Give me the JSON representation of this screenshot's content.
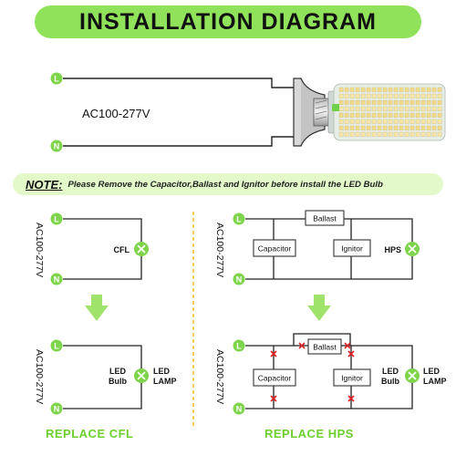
{
  "title": "INSTALLATION DIAGRAM",
  "top_voltage": "AC100-277V",
  "terminal_l": "L",
  "terminal_n": "N",
  "note": {
    "label": "NOTE:",
    "text": "Please Remove the Capacitor,Ballast and Ignitor before install the LED Bulb"
  },
  "left_panel": {
    "voltage": "AC100-277V",
    "top_lamp": "CFL",
    "bottom_lamp_line1": "LED",
    "bottom_lamp_line2": "Bulb",
    "bottom_lamp_right_line1": "LED",
    "bottom_lamp_right_line2": "LAMP",
    "footer": "REPLACE CFL"
  },
  "right_panel": {
    "voltage": "AC100-277V",
    "ballast": "Ballast",
    "capacitor": "Capacitor",
    "ignitor": "Ignitor",
    "top_lamp": "HPS",
    "bottom_lamp_line1": "LED",
    "bottom_lamp_line2": "Bulb",
    "bottom_lamp_right_line1": "LED",
    "bottom_lamp_right_line2": "LAMP",
    "footer": "REPLACE HPS"
  },
  "colors": {
    "accent_green": "#8fe25a",
    "terminal_green": "#7ed44a",
    "note_bg": "#e3f9c9",
    "footer_green": "#6ccf2e",
    "cross_red": "#e02020",
    "divider": "#f0c030"
  }
}
